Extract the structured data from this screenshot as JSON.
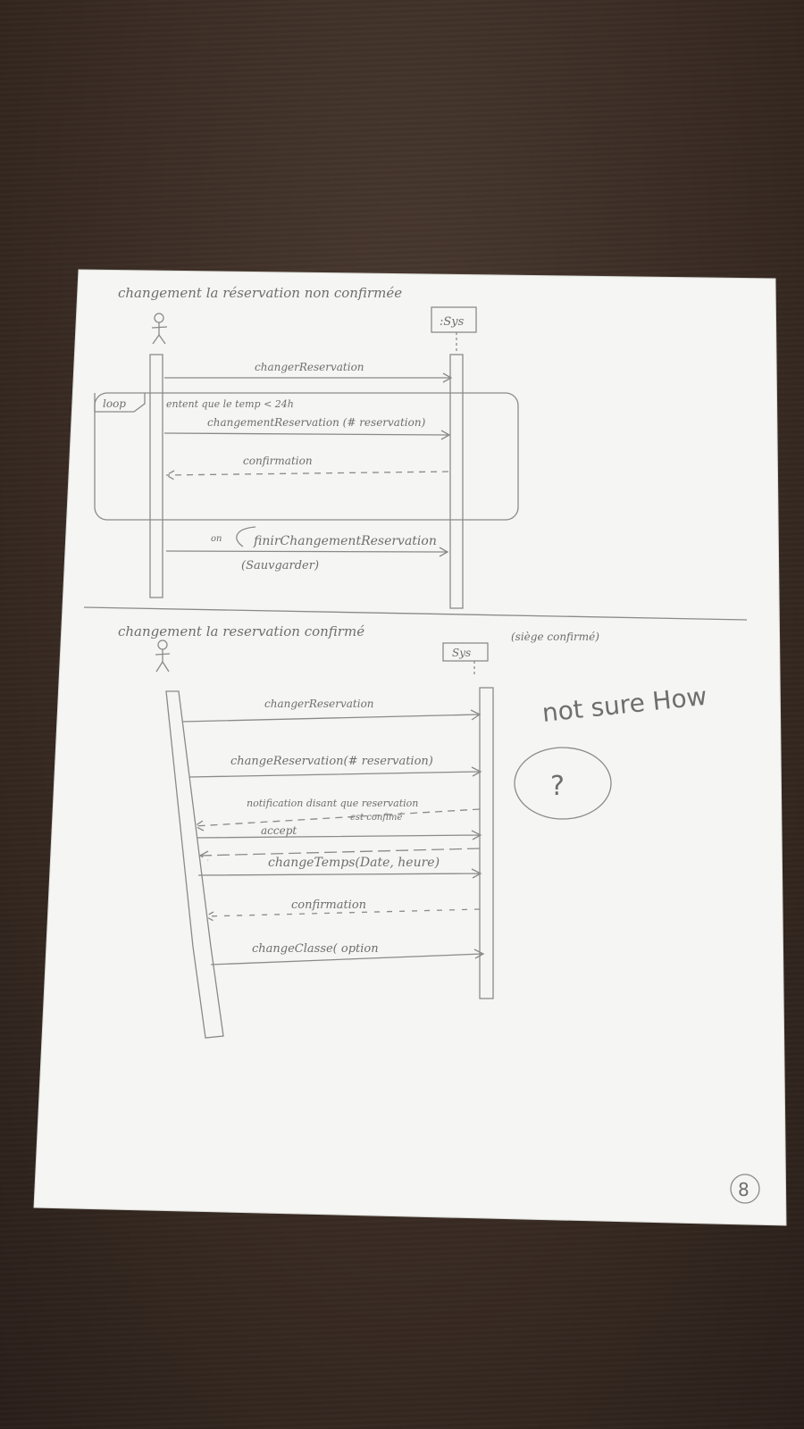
{
  "colors": {
    "paper": "#f5f5f3",
    "pencil": "#8a8a8a",
    "pencil_text": "#6e6e6e",
    "table": "#3a2c24"
  },
  "diagram1": {
    "title": "changement la réservation non confirmée",
    "lifeline": ":Sys",
    "loop_label": "loop",
    "loop_guard": "entent que le temp < 24h",
    "messages": {
      "m1": "changerReservation",
      "m2": "changementReservation (# reservation)",
      "m3": "confirmation",
      "m4_prefix": "on",
      "m4": "finirChangementReservation",
      "m4b": "(Sauvgarder)"
    }
  },
  "diagram2": {
    "title": "changement la reservation confirmé",
    "title_note": "(siège confirmé)",
    "lifeline": "Sys",
    "messages": {
      "m1": "changerReservation",
      "m2": "changeReservation(# reservation)",
      "m3a": "notification disant que reservation",
      "m3b": "est confimé",
      "m4": "accept",
      "m5": "changeTemps(Date, heure)",
      "m6": "confirmation",
      "m7": "changeClasse( option"
    },
    "note": "not sure How",
    "question": "?"
  },
  "page_number": "8"
}
